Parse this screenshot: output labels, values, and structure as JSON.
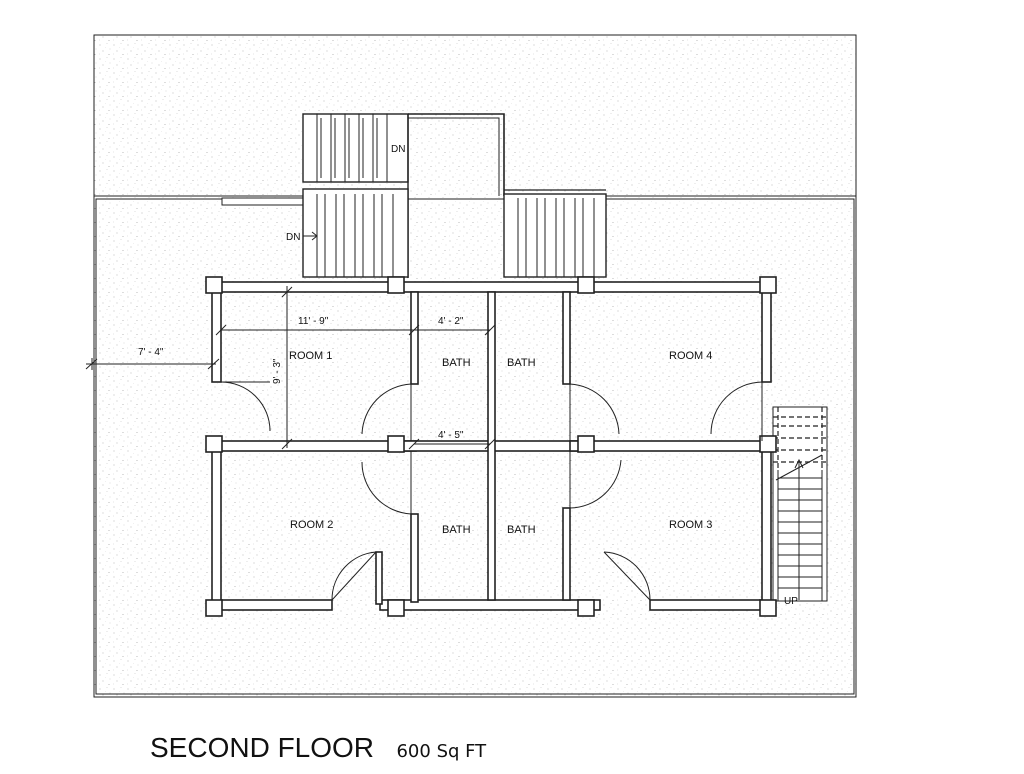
{
  "drawing": {
    "title": "SECOND FLOOR",
    "area": "600 Sq FT",
    "rooms": {
      "room1": "ROOM 1",
      "room2": "ROOM 2",
      "room3": "ROOM 3",
      "room4": "ROOM 4",
      "bath1": "BATH",
      "bath2": "BATH",
      "bath3": "BATH",
      "bath4": "BATH"
    },
    "dimensions": {
      "setback": "7' - 4\"",
      "room1_width": "11' - 9\"",
      "room1_depth": "9' - 3\"",
      "bath_width_top": "4' - 2\"",
      "bath_width_mid": "4' - 5\""
    },
    "stairs": {
      "upper_dn": "DN",
      "left_dn": "DN",
      "right_up": "UP"
    }
  }
}
